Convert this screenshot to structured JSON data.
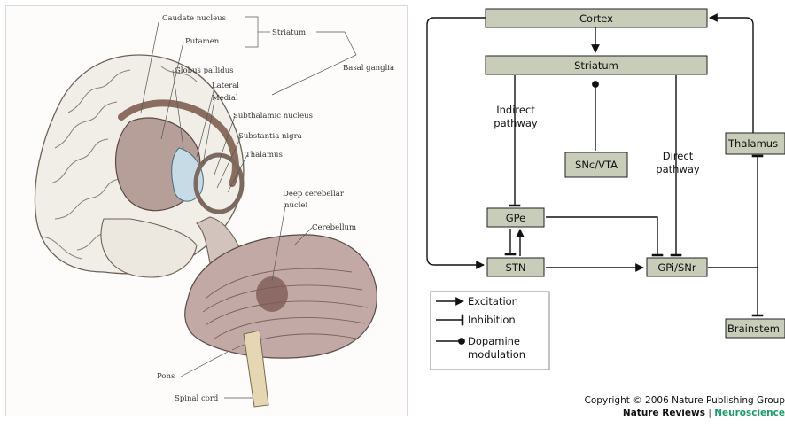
{
  "anatomy": {
    "labels": {
      "caudate": "Caudate nucleus",
      "putamen": "Putamen",
      "striatum": "Striatum",
      "globus": "Globus pallidus",
      "lateral": "Lateral",
      "medial": "Medial",
      "basal": "Basal ganglia",
      "subthalamic": "Subthalamic nucleus",
      "nigra": "Substantia nigra",
      "thalamus": "Thalamus",
      "deep1": "Deep cerebellar",
      "deep2": "nuclei",
      "cerebellum": "Cerebellum",
      "pons": "Pons",
      "spinal": "Spinal cord"
    }
  },
  "circuit": {
    "nodes": {
      "cortex": "Cortex",
      "striatum": "Striatum",
      "snc": "SNc/VTA",
      "thalamus": "Thalamus",
      "gpe": "GPe",
      "stn": "STN",
      "gpi": "GPi/SNr",
      "brainstem": "Brainstem"
    },
    "pathways": {
      "indirect_1": "Indirect",
      "indirect_2": "pathway",
      "direct_1": "Direct",
      "direct_2": "pathway"
    },
    "legend": {
      "excitation": "Excitation",
      "inhibition": "Inhibition",
      "dopamine_1": "Dopamine",
      "dopamine_2": "modulation"
    },
    "copyright": {
      "line1": "Copyright © 2006 Nature Publishing Group",
      "brand": "Nature Reviews",
      "separator": "|",
      "field": "Neuroscience"
    }
  }
}
